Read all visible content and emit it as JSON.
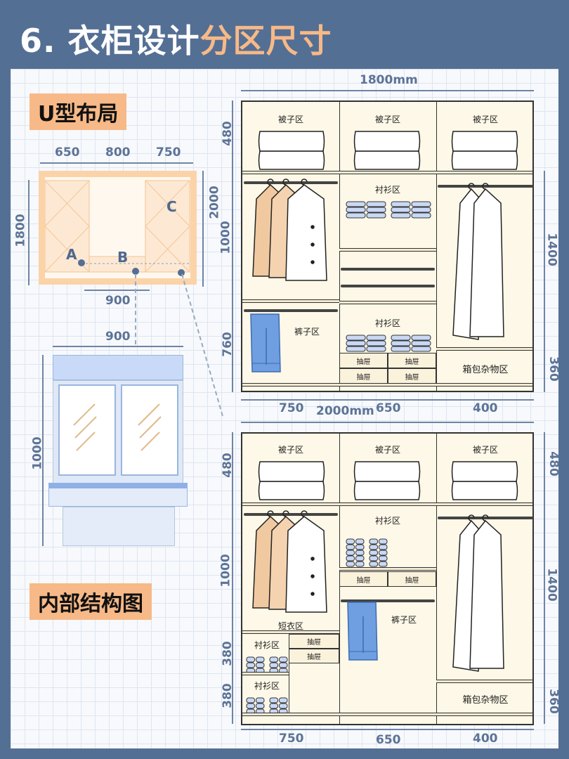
{
  "title": {
    "prefix": "6. 衣柜设计",
    "highlight": "分区尺寸"
  },
  "u_layout": {
    "tag": "U型布局",
    "top_dims": [
      "650",
      "800",
      "750"
    ],
    "left_dim": "1800",
    "right_dim": "2000",
    "bottom_dim": "900",
    "points": [
      "A",
      "B",
      "C"
    ]
  },
  "window": {
    "width_dim": "900",
    "height_dim": "1000"
  },
  "structure_tag": "内部结构图",
  "wardrobe1": {
    "width": "1800mm",
    "total_bottom": "2000mm",
    "cols": [
      "750",
      "650",
      "400"
    ],
    "left_dims": [
      "480",
      "1000",
      "760"
    ],
    "right_dims": [
      "1400",
      "360"
    ],
    "labels": {
      "quilt": "被子区",
      "shirt": "衬衫区",
      "pants": "裤子区",
      "drawer": "抽屉",
      "bags": "箱包杂物区"
    }
  },
  "wardrobe2": {
    "cols": [
      "750",
      "650",
      "400"
    ],
    "left_dims": [
      "480",
      "1000",
      "380",
      "380"
    ],
    "right_dims": [
      "480",
      "1400",
      "360"
    ],
    "labels": {
      "quilt": "被子区",
      "shirt": "衬衫区",
      "pants": "裤子区",
      "drawer": "抽屉",
      "bags": "箱包杂物区",
      "short": "短衣区"
    }
  },
  "colors": {
    "background": "#546f94",
    "accent": "#f7b987",
    "cabinet": "#fdf8e7",
    "pants": "#6f9fe0"
  }
}
